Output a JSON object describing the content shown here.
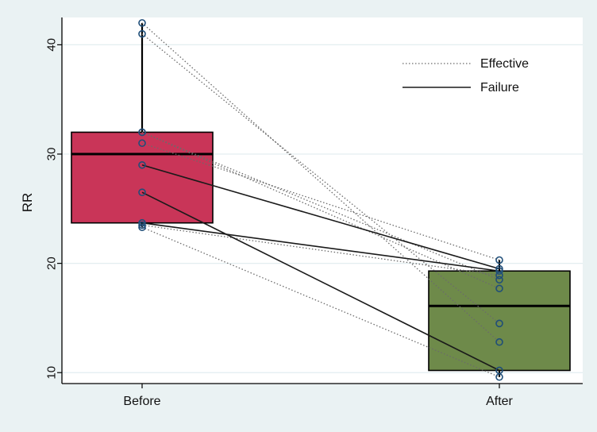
{
  "chart_data": {
    "type": "box",
    "ylabel": "RR",
    "categories": [
      "Before",
      "After"
    ],
    "ylim": [
      9,
      42.5
    ],
    "yticks": [
      10,
      20,
      30,
      40
    ],
    "grid": true,
    "legend_position": "top-right",
    "boxes": [
      {
        "category": "Before",
        "q1": 23.7,
        "median": 30,
        "q3": 32,
        "whisker_low": 23.3,
        "whisker_high": 42,
        "color": "#c93558"
      },
      {
        "category": "After",
        "q1": 10.2,
        "median": 16.1,
        "q3": 19.3,
        "whisker_low": 9.6,
        "whisker_high": 20.3,
        "color": "#6e8a4a"
      }
    ],
    "series": [
      {
        "name": "Effective",
        "style": "dotted",
        "color": "#6b6b6b",
        "pairs": [
          [
            42,
            12.8
          ],
          [
            41,
            14.5
          ],
          [
            32,
            17.7
          ],
          [
            31,
            20.3
          ],
          [
            32,
            18.5
          ],
          [
            23.3,
            9.6
          ],
          [
            23.5,
            18.9
          ]
        ]
      },
      {
        "name": "Failure",
        "style": "solid",
        "color": "#1a1a1a",
        "pairs": [
          [
            29,
            19.5
          ],
          [
            26.5,
            10.2
          ],
          [
            23.7,
            19.3
          ]
        ]
      }
    ]
  }
}
